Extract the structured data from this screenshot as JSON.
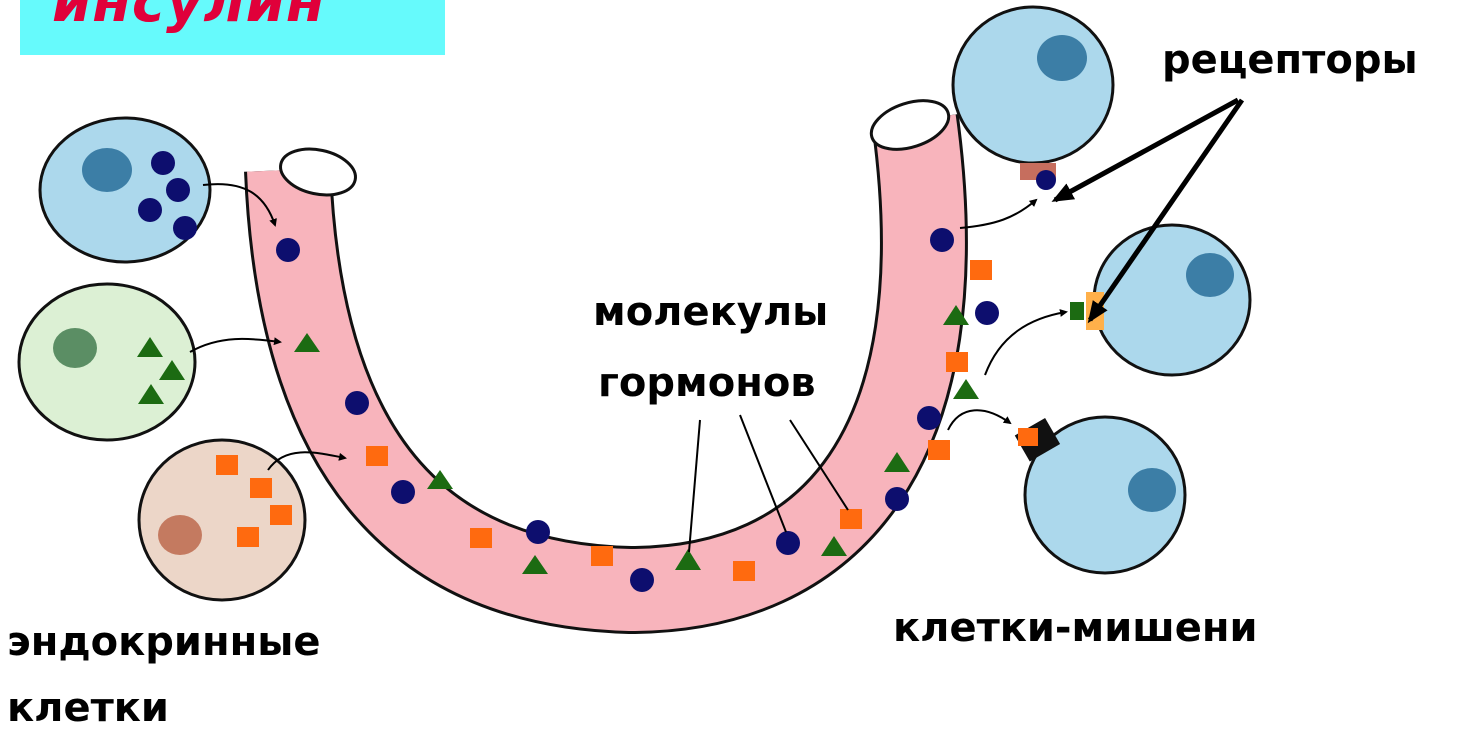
{
  "title": "инсулин",
  "labels": {
    "receptors": "рецепторы",
    "hormone_molecules_line1": "молекулы",
    "hormone_molecules_line2": "гормонов",
    "target_cells": "клетки-мишени",
    "endocrine_line1": "эндокринные",
    "endocrine_line2": "клетки"
  },
  "colors": {
    "title_background": "#66fafc",
    "title_text": "#e0003a",
    "vessel": "#f8b4bc",
    "hormone_circle": "#0d0e6e",
    "hormone_triangle": "#1c6b12",
    "hormone_square": "#ff6a0f",
    "cell_blue": "#acd8ec",
    "nucleus_blue": "#3c7ea6",
    "cell_green": "#dcf0d4",
    "nucleus_green": "#5b8e64",
    "cell_beige": "#ecd6c8",
    "nucleus_beige": "#c47a60"
  }
}
